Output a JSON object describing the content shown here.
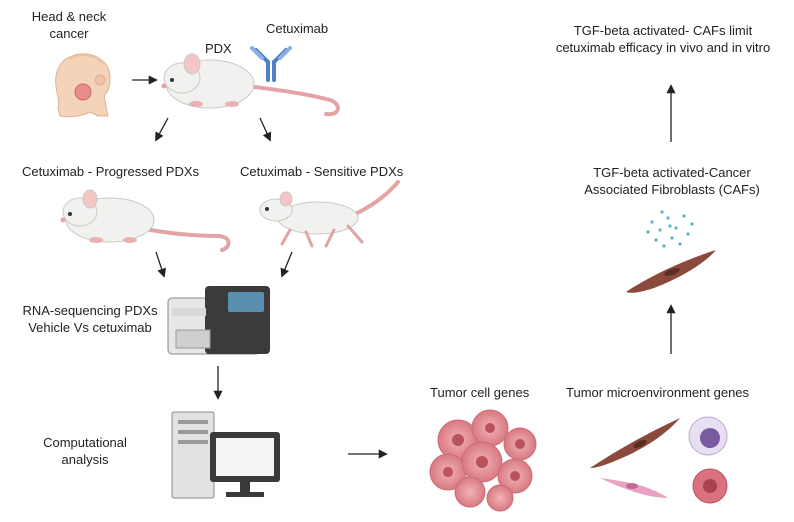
{
  "labels": {
    "cancer_line1": "Head & neck",
    "cancer_line2": "cancer",
    "pdx": "PDX",
    "cetuximab": "Cetuximab",
    "progressed": "Cetuximab - Progressed PDXs",
    "sensitive": "Cetuximab - Sensitive PDXs",
    "rnaseq_line1": "RNA-sequencing PDXs",
    "rnaseq_line2": "Vehicle Vs cetuximab",
    "comp_line1": "Computational",
    "comp_line2": "analysis",
    "tumor_cell": "Tumor cell genes",
    "tme": "Tumor microenvironment  genes",
    "cafs_line1": "TGF-beta activated-Cancer",
    "cafs_line2": "Associated Fibroblasts (CAFs)",
    "limit_line1": "TGF-beta activated- CAFs limit",
    "limit_line2": "cetuximab efficacy in vivo and in vitro"
  },
  "colors": {
    "mouse_body": "#f1f1ef",
    "mouse_outline": "#c9c9c4",
    "mouse_tail": "#e2a4a4",
    "skin": "#f5d3b8",
    "tumor_pink": "#e8929a",
    "tumor_dark": "#b8535c",
    "fibroblast": "#8a4a3c",
    "antibody": "#4e7fc8",
    "arrow": "#222222"
  }
}
